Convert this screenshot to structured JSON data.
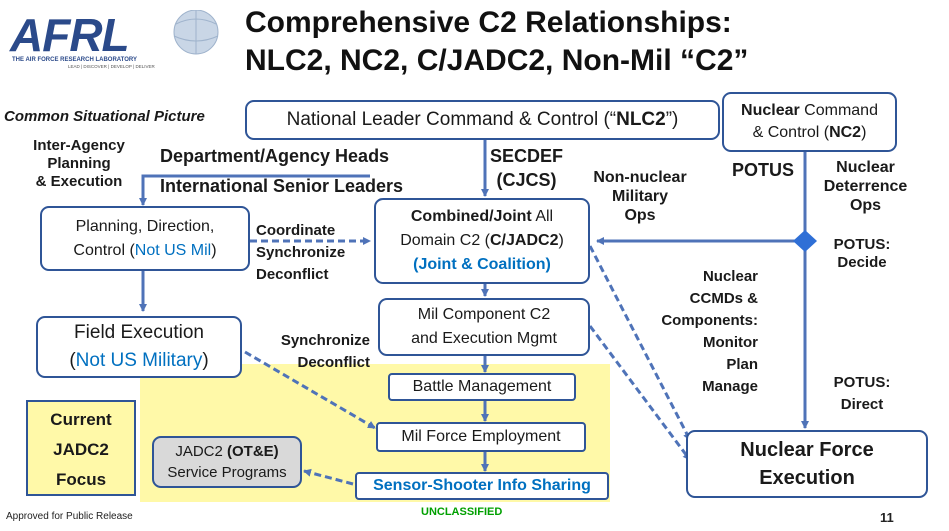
{
  "logo": {
    "text": "AFRL",
    "tagline1": "THE AIR FORCE RESEARCH LABORATORY",
    "tagline2": "LEAD | DISCOVER | DEVELOP | DELIVER"
  },
  "title": {
    "line1": "Comprehensive C2 Relationships:",
    "line2": "NLC2, NC2, C/JADC2, Non-Mil “C2”"
  },
  "labels": {
    "common_situational_picture": "Common Situational Picture",
    "inter_agency": [
      "Inter-Agency",
      "Planning",
      "& Execution"
    ],
    "dept_agency_heads": "Department/Agency Heads",
    "intl_senior_leaders": "International Senior Leaders",
    "secdef": "SECDEF",
    "cjcs": "(CJCS)",
    "non_nuclear": [
      "Non-nuclear",
      "Military",
      "Ops"
    ],
    "potus": "POTUS",
    "nuclear_deterrence": [
      "Nuclear",
      "Deterrence",
      "Ops"
    ],
    "potus_decide": [
      "POTUS:",
      "Decide"
    ],
    "coordinate": "Coordinate",
    "sync_deconflict_1": [
      "Synchronize",
      "Deconflict"
    ],
    "sync_deconflict_2": [
      "Synchronize",
      "Deconflict"
    ],
    "nuclear_ccmds": [
      "Nuclear",
      "CCMDs &",
      "Components:",
      "Monitor",
      "Plan",
      "Manage"
    ],
    "potus_direct": [
      "POTUS:",
      "Direct"
    ],
    "current_focus": [
      "Current",
      "JADC2",
      "Focus"
    ]
  },
  "boxes": {
    "nlc2": {
      "pre": "National Leader Command & Control (“",
      "bold": "NLC2",
      "post": "”)"
    },
    "nc2": {
      "bold1": "Nuclear",
      "mid": " Command",
      "line2pre": "& Control (",
      "bold2": "NC2",
      "line2post": ")"
    },
    "planning": {
      "line1": "Planning, Direction,",
      "line2pre": "Control (",
      "line2blue": "Not US Mil",
      "line2post": ")"
    },
    "cjadc2": {
      "bold1": "Combined/Joint",
      "mid": " All",
      "line2pre": "Domain C2 (",
      "bold2": "C/JADC2",
      "line2post": ")",
      "line3": "(Joint & Coalition)"
    },
    "field": {
      "line1": "Field Execution",
      "line2pre": "(",
      "line2blue": "Not US Military",
      "line2post": ")"
    },
    "milcomp": {
      "line1": "Mil Component C2",
      "line2": "and Execution Mgmt"
    },
    "battle": "Battle Management",
    "milforce": "Mil Force Employment",
    "sensor": "Sensor-Shooter Info Sharing",
    "otande": {
      "pre": "JADC2 ",
      "bold": "(OT&E)",
      "line2": "Service Programs"
    },
    "nuclear_force": [
      "Nuclear Force",
      "Execution"
    ]
  },
  "footer": {
    "release": "Approved for Public Release",
    "classification": "UNCLASSIFIED",
    "page": "11"
  },
  "colors": {
    "box_border": "#2f5597",
    "label_blue": "#0070c0",
    "label_red": "#e00000",
    "highlight": "#fff9a8",
    "arrow": "#4f73b8",
    "gray_box": "#d9d9d9"
  }
}
